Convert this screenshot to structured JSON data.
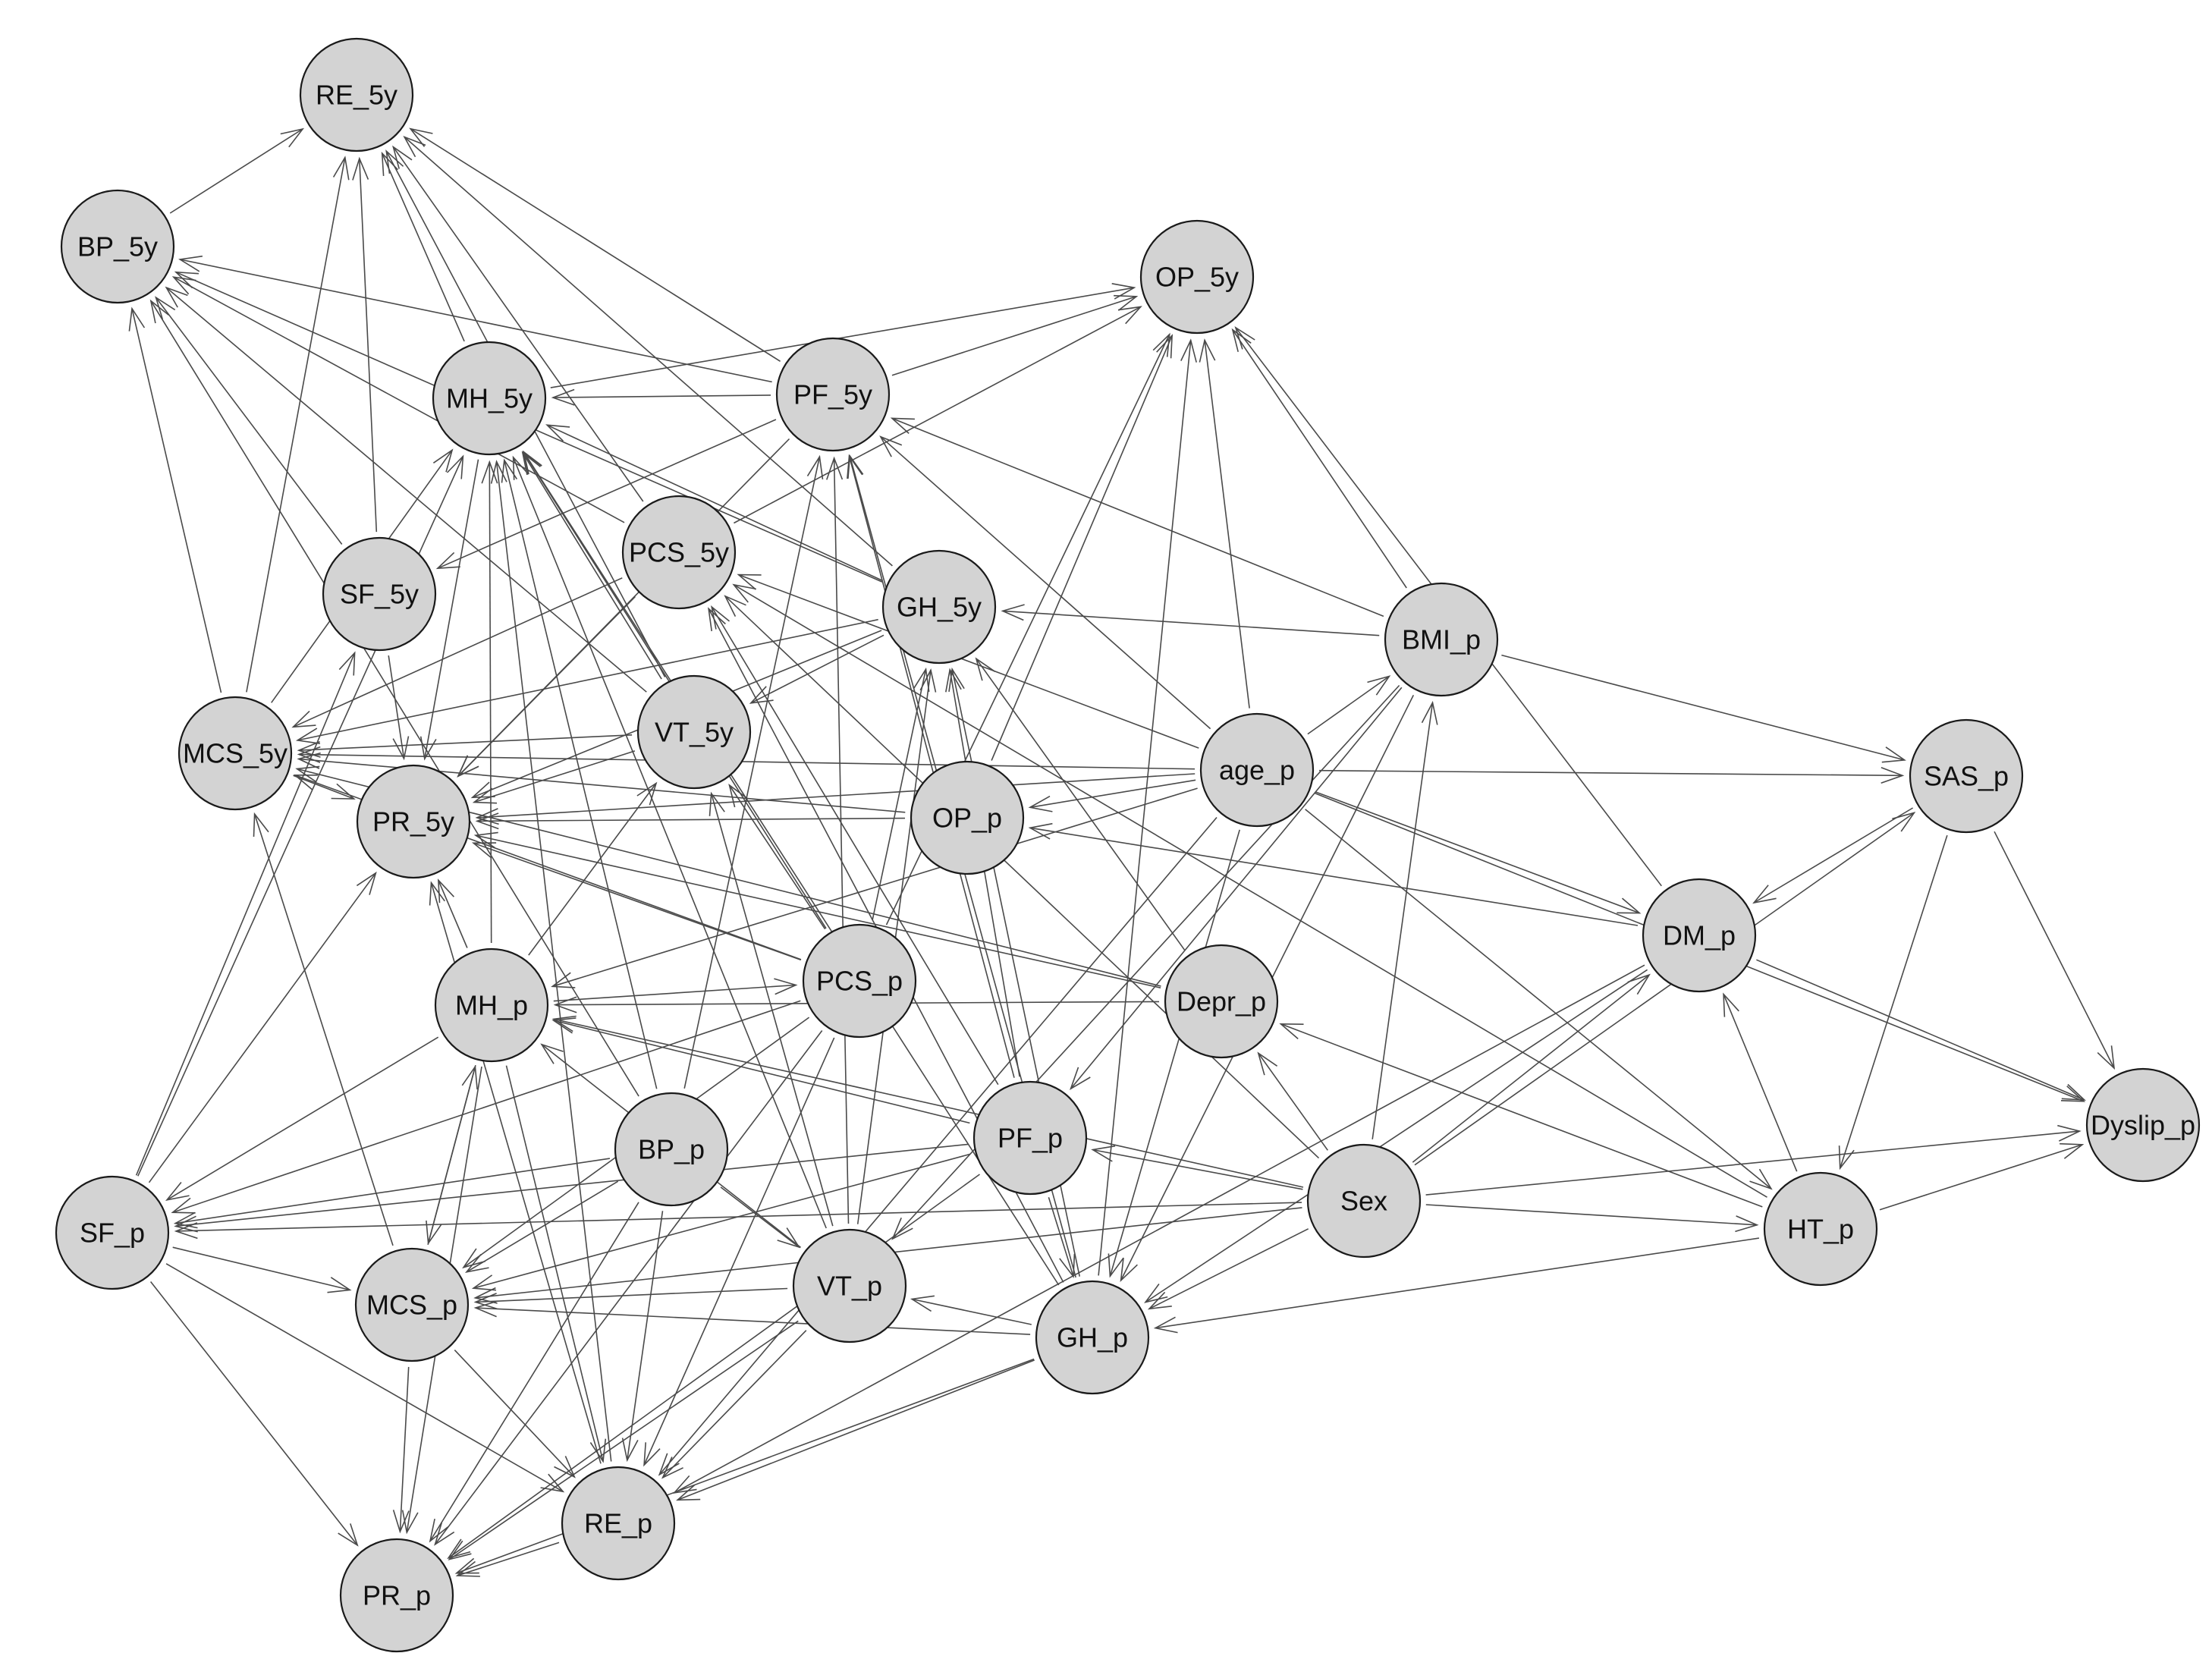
{
  "graph": {
    "node_style": {
      "fill": "#d3d3d3",
      "stroke": "#1a1a1a"
    },
    "edge_color": "#4a4a4a",
    "nodes": [
      {
        "id": "RE_5y",
        "label": "RE_5y"
      },
      {
        "id": "BP_5y",
        "label": "BP_5y"
      },
      {
        "id": "OP_5y",
        "label": "OP_5y"
      },
      {
        "id": "MH_5y",
        "label": "MH_5y"
      },
      {
        "id": "PF_5y",
        "label": "PF_5y"
      },
      {
        "id": "PCS_5y",
        "label": "PCS_5y"
      },
      {
        "id": "SF_5y",
        "label": "SF_5y"
      },
      {
        "id": "GH_5y",
        "label": "GH_5y"
      },
      {
        "id": "BMI_p",
        "label": "BMI_p"
      },
      {
        "id": "MCS_5y",
        "label": "MCS_5y"
      },
      {
        "id": "VT_5y",
        "label": "VT_5y"
      },
      {
        "id": "age_p",
        "label": "age_p"
      },
      {
        "id": "SAS_p",
        "label": "SAS_p"
      },
      {
        "id": "PR_5y",
        "label": "PR_5y"
      },
      {
        "id": "OP_p",
        "label": "OP_p"
      },
      {
        "id": "DM_p",
        "label": "DM_p"
      },
      {
        "id": "PCS_p",
        "label": "PCS_p"
      },
      {
        "id": "MH_p",
        "label": "MH_p"
      },
      {
        "id": "Depr_p",
        "label": "Depr_p"
      },
      {
        "id": "Dyslip_p",
        "label": "Dyslip_p"
      },
      {
        "id": "PF_p",
        "label": "PF_p"
      },
      {
        "id": "BP_p",
        "label": "BP_p"
      },
      {
        "id": "Sex",
        "label": "Sex"
      },
      {
        "id": "SF_p",
        "label": "SF_p"
      },
      {
        "id": "HT_p",
        "label": "HT_p"
      },
      {
        "id": "VT_p",
        "label": "VT_p"
      },
      {
        "id": "MCS_p",
        "label": "MCS_p"
      },
      {
        "id": "GH_p",
        "label": "GH_p"
      },
      {
        "id": "RE_p",
        "label": "RE_p"
      },
      {
        "id": "PR_p",
        "label": "PR_p"
      }
    ],
    "edges": [
      [
        "BP_5y",
        "RE_5y"
      ],
      [
        "MCS_5y",
        "BP_5y"
      ],
      [
        "MCS_5y",
        "RE_5y"
      ],
      [
        "MCS_5y",
        "MH_5y"
      ],
      [
        "MCS_5y",
        "PR_5y"
      ],
      [
        "SF_5y",
        "RE_5y"
      ],
      [
        "SF_5y",
        "BP_5y"
      ],
      [
        "SF_5y",
        "PR_5y"
      ],
      [
        "MH_5y",
        "RE_5y"
      ],
      [
        "MH_5y",
        "OP_5y"
      ],
      [
        "MH_5y",
        "PR_5y"
      ],
      [
        "PF_5y",
        "RE_5y"
      ],
      [
        "PF_5y",
        "OP_5y"
      ],
      [
        "PF_5y",
        "MH_5y"
      ],
      [
        "PF_5y",
        "BP_5y"
      ],
      [
        "PF_5y",
        "PR_5y"
      ],
      [
        "PF_5y",
        "SF_5y"
      ],
      [
        "PCS_5y",
        "OP_5y"
      ],
      [
        "PCS_5y",
        "MCS_5y"
      ],
      [
        "PCS_5y",
        "PR_5y"
      ],
      [
        "PCS_5y",
        "RE_5y"
      ],
      [
        "PCS_5y",
        "BP_5y"
      ],
      [
        "GH_5y",
        "RE_5y"
      ],
      [
        "GH_5y",
        "BP_5y"
      ],
      [
        "GH_5y",
        "MCS_5y"
      ],
      [
        "GH_5y",
        "PR_5y"
      ],
      [
        "GH_5y",
        "VT_5y"
      ],
      [
        "GH_5y",
        "MH_5y"
      ],
      [
        "VT_5y",
        "RE_5y"
      ],
      [
        "VT_5y",
        "BP_5y"
      ],
      [
        "VT_5y",
        "MCS_5y"
      ],
      [
        "VT_5y",
        "PR_5y"
      ],
      [
        "VT_5y",
        "MH_5y"
      ],
      [
        "BMI_p",
        "OP_5y"
      ],
      [
        "BMI_p",
        "PF_5y"
      ],
      [
        "BMI_p",
        "SAS_p"
      ],
      [
        "BMI_p",
        "GH_5y"
      ],
      [
        "BMI_p",
        "PF_p"
      ],
      [
        "BMI_p",
        "GH_p"
      ],
      [
        "BMI_p",
        "VT_p"
      ],
      [
        "age_p",
        "OP_5y"
      ],
      [
        "age_p",
        "BMI_p"
      ],
      [
        "age_p",
        "SAS_p"
      ],
      [
        "age_p",
        "DM_p"
      ],
      [
        "age_p",
        "Dyslip_p"
      ],
      [
        "age_p",
        "HT_p"
      ],
      [
        "age_p",
        "PF_5y"
      ],
      [
        "age_p",
        "PR_5y"
      ],
      [
        "age_p",
        "MCS_5y"
      ],
      [
        "age_p",
        "OP_p"
      ],
      [
        "age_p",
        "PCS_5y"
      ],
      [
        "age_p",
        "GH_p"
      ],
      [
        "age_p",
        "RE_p"
      ],
      [
        "age_p",
        "MH_p"
      ],
      [
        "OP_p",
        "OP_5y"
      ],
      [
        "OP_p",
        "PR_5y"
      ],
      [
        "OP_p",
        "MCS_5y"
      ],
      [
        "DM_p",
        "OP_5y"
      ],
      [
        "DM_p",
        "Dyslip_p"
      ],
      [
        "DM_p",
        "GH_p"
      ],
      [
        "DM_p",
        "OP_p"
      ],
      [
        "DM_p",
        "RE_p"
      ],
      [
        "SAS_p",
        "DM_p"
      ],
      [
        "SAS_p",
        "Dyslip_p"
      ],
      [
        "SAS_p",
        "HT_p"
      ],
      [
        "PCS_p",
        "OP_5y"
      ],
      [
        "PCS_p",
        "GH_5y"
      ],
      [
        "PCS_p",
        "VT_5y"
      ],
      [
        "PCS_p",
        "MCS_5y"
      ],
      [
        "PCS_p",
        "PR_5y"
      ],
      [
        "PCS_p",
        "MH_5y"
      ],
      [
        "PCS_p",
        "SF_p"
      ],
      [
        "PCS_p",
        "MCS_p"
      ],
      [
        "PCS_p",
        "PR_p"
      ],
      [
        "PCS_p",
        "RE_p"
      ],
      [
        "MH_p",
        "MH_5y"
      ],
      [
        "MH_p",
        "VT_5y"
      ],
      [
        "MH_p",
        "PR_5y"
      ],
      [
        "MH_p",
        "SF_p"
      ],
      [
        "MH_p",
        "MCS_p"
      ],
      [
        "MH_p",
        "PR_p"
      ],
      [
        "MH_p",
        "RE_p"
      ],
      [
        "MH_p",
        "PCS_p"
      ],
      [
        "Depr_p",
        "GH_5y"
      ],
      [
        "Depr_p",
        "MCS_5y"
      ],
      [
        "Depr_p",
        "MH_p"
      ],
      [
        "Depr_p",
        "PR_5y"
      ],
      [
        "PF_p",
        "PF_5y"
      ],
      [
        "PF_p",
        "GH_5y"
      ],
      [
        "PF_p",
        "PCS_5y"
      ],
      [
        "PF_p",
        "SF_p"
      ],
      [
        "PF_p",
        "MH_p"
      ],
      [
        "PF_p",
        "MCS_p"
      ],
      [
        "PF_p",
        "PR_p"
      ],
      [
        "PF_p",
        "GH_p"
      ],
      [
        "BP_p",
        "BP_5y"
      ],
      [
        "BP_p",
        "MH_5y"
      ],
      [
        "BP_p",
        "SF_p"
      ],
      [
        "BP_p",
        "VT_p"
      ],
      [
        "BP_p",
        "MCS_p"
      ],
      [
        "BP_p",
        "RE_p"
      ],
      [
        "BP_p",
        "PR_p"
      ],
      [
        "BP_p",
        "PF_5y"
      ],
      [
        "Sex",
        "Depr_p"
      ],
      [
        "Sex",
        "HT_p"
      ],
      [
        "Sex",
        "BMI_p"
      ],
      [
        "Sex",
        "DM_p"
      ],
      [
        "Sex",
        "SAS_p"
      ],
      [
        "Sex",
        "Dyslip_p"
      ],
      [
        "Sex",
        "GH_p"
      ],
      [
        "Sex",
        "PCS_5y"
      ],
      [
        "Sex",
        "SF_p"
      ],
      [
        "Sex",
        "MCS_p"
      ],
      [
        "Sex",
        "MH_p"
      ],
      [
        "Sex",
        "PF_p"
      ],
      [
        "SF_p",
        "MH_5y"
      ],
      [
        "SF_p",
        "PR_5y"
      ],
      [
        "SF_p",
        "SF_5y"
      ],
      [
        "SF_p",
        "MCS_p"
      ],
      [
        "SF_p",
        "RE_p"
      ],
      [
        "SF_p",
        "PR_p"
      ],
      [
        "HT_p",
        "DM_p"
      ],
      [
        "HT_p",
        "Dyslip_p"
      ],
      [
        "HT_p",
        "GH_p"
      ],
      [
        "HT_p",
        "Depr_p"
      ],
      [
        "HT_p",
        "PCS_5y"
      ],
      [
        "VT_p",
        "GH_5y"
      ],
      [
        "VT_p",
        "VT_5y"
      ],
      [
        "VT_p",
        "MH_5y"
      ],
      [
        "VT_p",
        "PF_5y"
      ],
      [
        "VT_p",
        "MCS_p"
      ],
      [
        "VT_p",
        "PR_p"
      ],
      [
        "VT_p",
        "RE_p"
      ],
      [
        "VT_p",
        "MH_p"
      ],
      [
        "MCS_p",
        "MCS_5y"
      ],
      [
        "MCS_p",
        "PR_p"
      ],
      [
        "MCS_p",
        "RE_p"
      ],
      [
        "MCS_p",
        "MH_p"
      ],
      [
        "GH_p",
        "GH_5y"
      ],
      [
        "GH_p",
        "PCS_5y"
      ],
      [
        "GH_p",
        "VT_p"
      ],
      [
        "GH_p",
        "MCS_p"
      ],
      [
        "GH_p",
        "RE_p"
      ],
      [
        "GH_p",
        "PR_p"
      ],
      [
        "GH_p",
        "OP_5y"
      ],
      [
        "GH_p",
        "PF_5y"
      ],
      [
        "GH_p",
        "MH_5y"
      ],
      [
        "RE_p",
        "PR_p"
      ],
      [
        "RE_p",
        "MH_5y"
      ],
      [
        "RE_p",
        "PR_5y"
      ]
    ]
  }
}
